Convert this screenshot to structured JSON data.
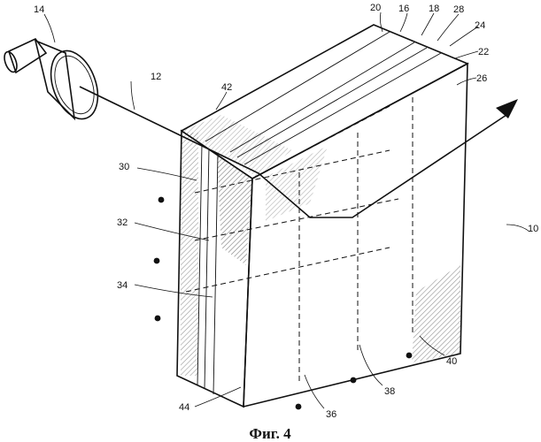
{
  "caption": "Фиг. 4",
  "labels": {
    "l14": "14",
    "l12": "12",
    "l20": "20",
    "l16": "16",
    "l18": "18",
    "l28": "28",
    "l24": "24",
    "l22": "22",
    "l26": "26",
    "l42": "42",
    "l30": "30",
    "l32": "32",
    "l34": "34",
    "l10": "10",
    "l40": "40",
    "l38": "38",
    "l36": "36",
    "l44": "44"
  }
}
